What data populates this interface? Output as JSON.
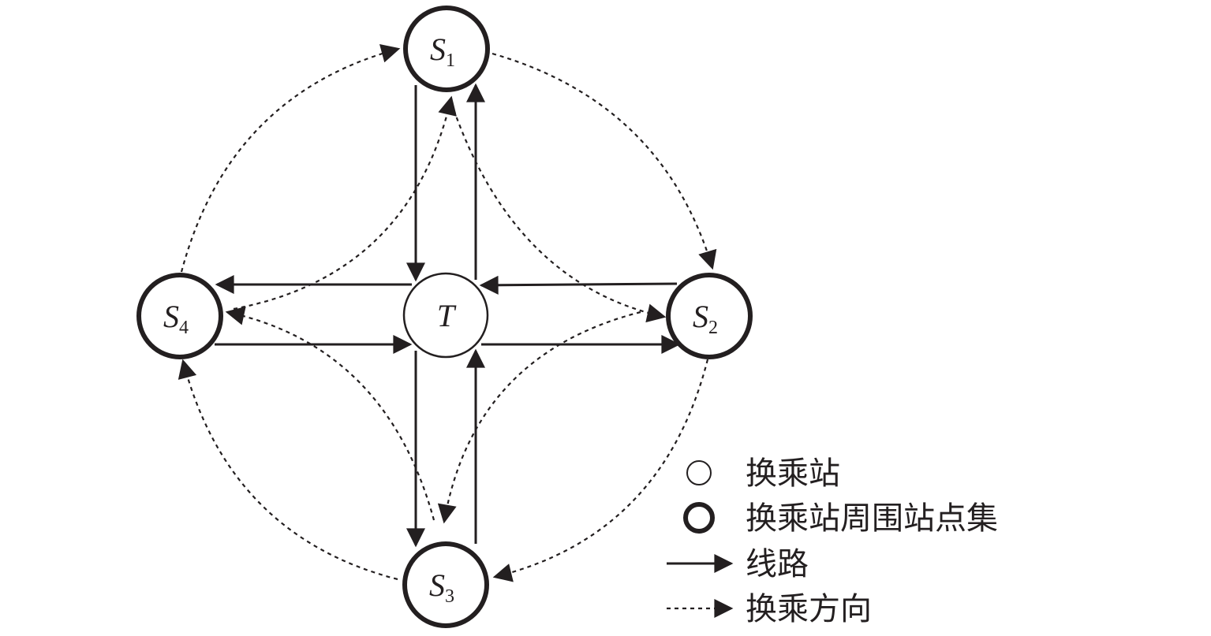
{
  "nodes": {
    "T": {
      "label": "T",
      "sub": ""
    },
    "S1": {
      "label": "S",
      "sub": "1"
    },
    "S2": {
      "label": "S",
      "sub": "2"
    },
    "S3": {
      "label": "S",
      "sub": "3"
    },
    "S4": {
      "label": "S",
      "sub": "4"
    }
  },
  "legend": {
    "transfer_station": "换乘站",
    "surrounding_stations": "换乘站周围站点集",
    "route": "线路",
    "transfer_direction": "换乘方向"
  },
  "colors": {
    "ink": "#231f20"
  }
}
